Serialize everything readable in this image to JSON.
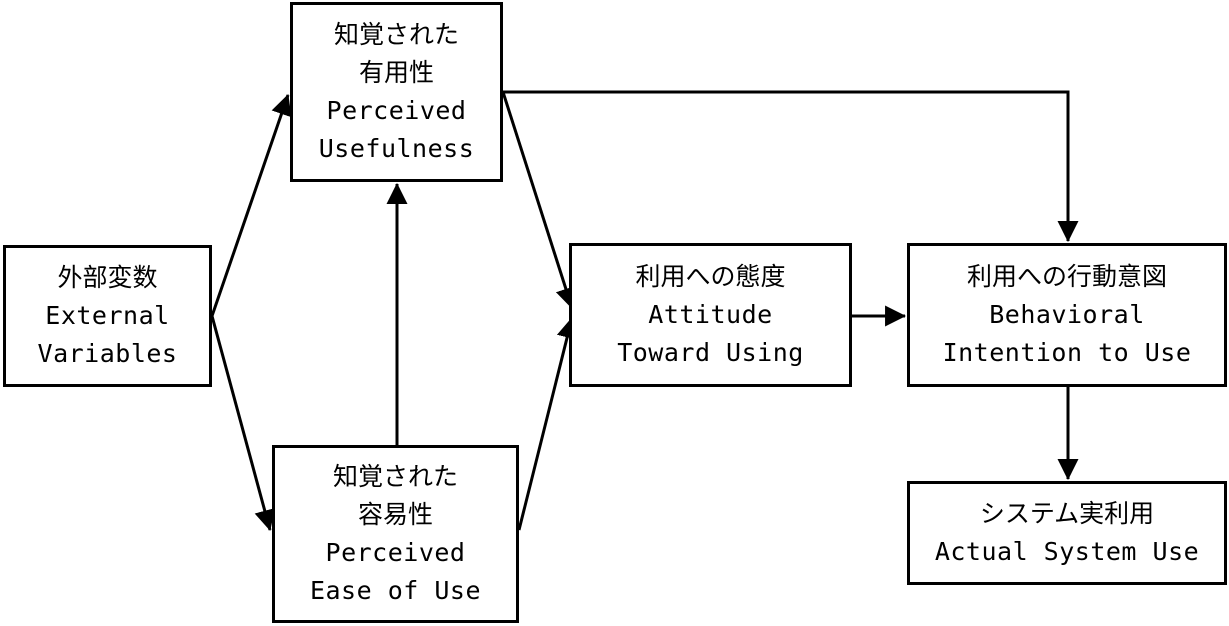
{
  "colors": {
    "stroke": "#000000",
    "background": "#ffffff"
  },
  "nodes": {
    "external": {
      "jp": "外部変数",
      "en1": "External",
      "en2": "Variables"
    },
    "usefulness": {
      "jp1": "知覚された",
      "jp2": "有用性",
      "en1": "Perceived",
      "en2": "Usefulness"
    },
    "ease": {
      "jp1": "知覚された",
      "jp2": "容易性",
      "en1": "Perceived",
      "en2": "Ease of Use"
    },
    "attitude": {
      "jp": "利用への態度",
      "en1": "Attitude",
      "en2": "Toward Using"
    },
    "intention": {
      "jp": "利用への行動意図",
      "en1": "Behavioral",
      "en2": "Intention to Use"
    },
    "actual": {
      "jp": "システム実利用",
      "en": "Actual System Use"
    }
  },
  "edges": [
    {
      "from": "external",
      "to": "usefulness"
    },
    {
      "from": "external",
      "to": "ease"
    },
    {
      "from": "ease",
      "to": "usefulness"
    },
    {
      "from": "usefulness",
      "to": "attitude"
    },
    {
      "from": "ease",
      "to": "attitude"
    },
    {
      "from": "usefulness",
      "to": "intention"
    },
    {
      "from": "attitude",
      "to": "intention"
    },
    {
      "from": "intention",
      "to": "actual"
    }
  ]
}
